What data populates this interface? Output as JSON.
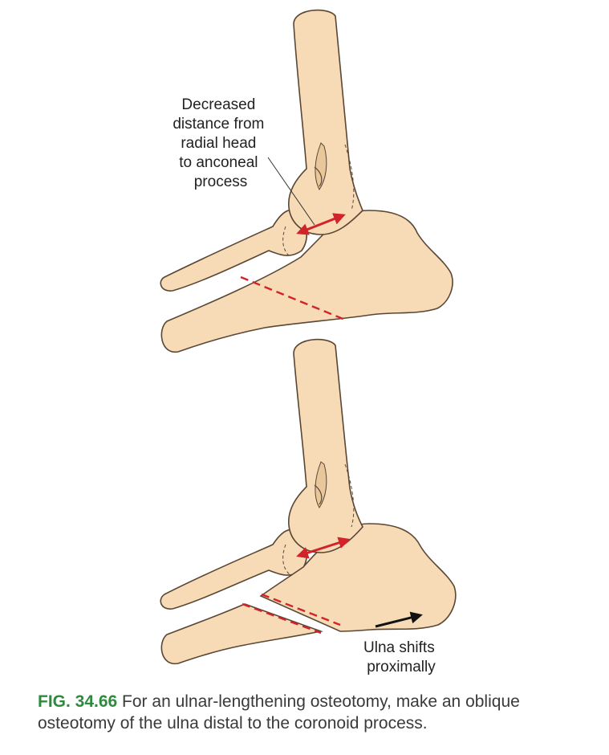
{
  "panel_top": {
    "annotation_lines": [
      "Decreased",
      "distance from",
      "radial head",
      "to anconeal",
      "process"
    ]
  },
  "panel_bottom": {
    "annotation_lines": [
      "Ulna shifts",
      "proximally"
    ]
  },
  "caption": {
    "label": "FIG. 34.66",
    "text": " For an ulnar-lengthening osteotomy, make an oblique osteotomy of the ulna distal to the coronoid process."
  },
  "colors": {
    "bone_fill": "#f6dbb6",
    "bone_stroke": "#5a4634",
    "bone_shadow": "#e8c79b",
    "cut_line": "#d2232a",
    "caption_label": "#2e8b3e"
  }
}
